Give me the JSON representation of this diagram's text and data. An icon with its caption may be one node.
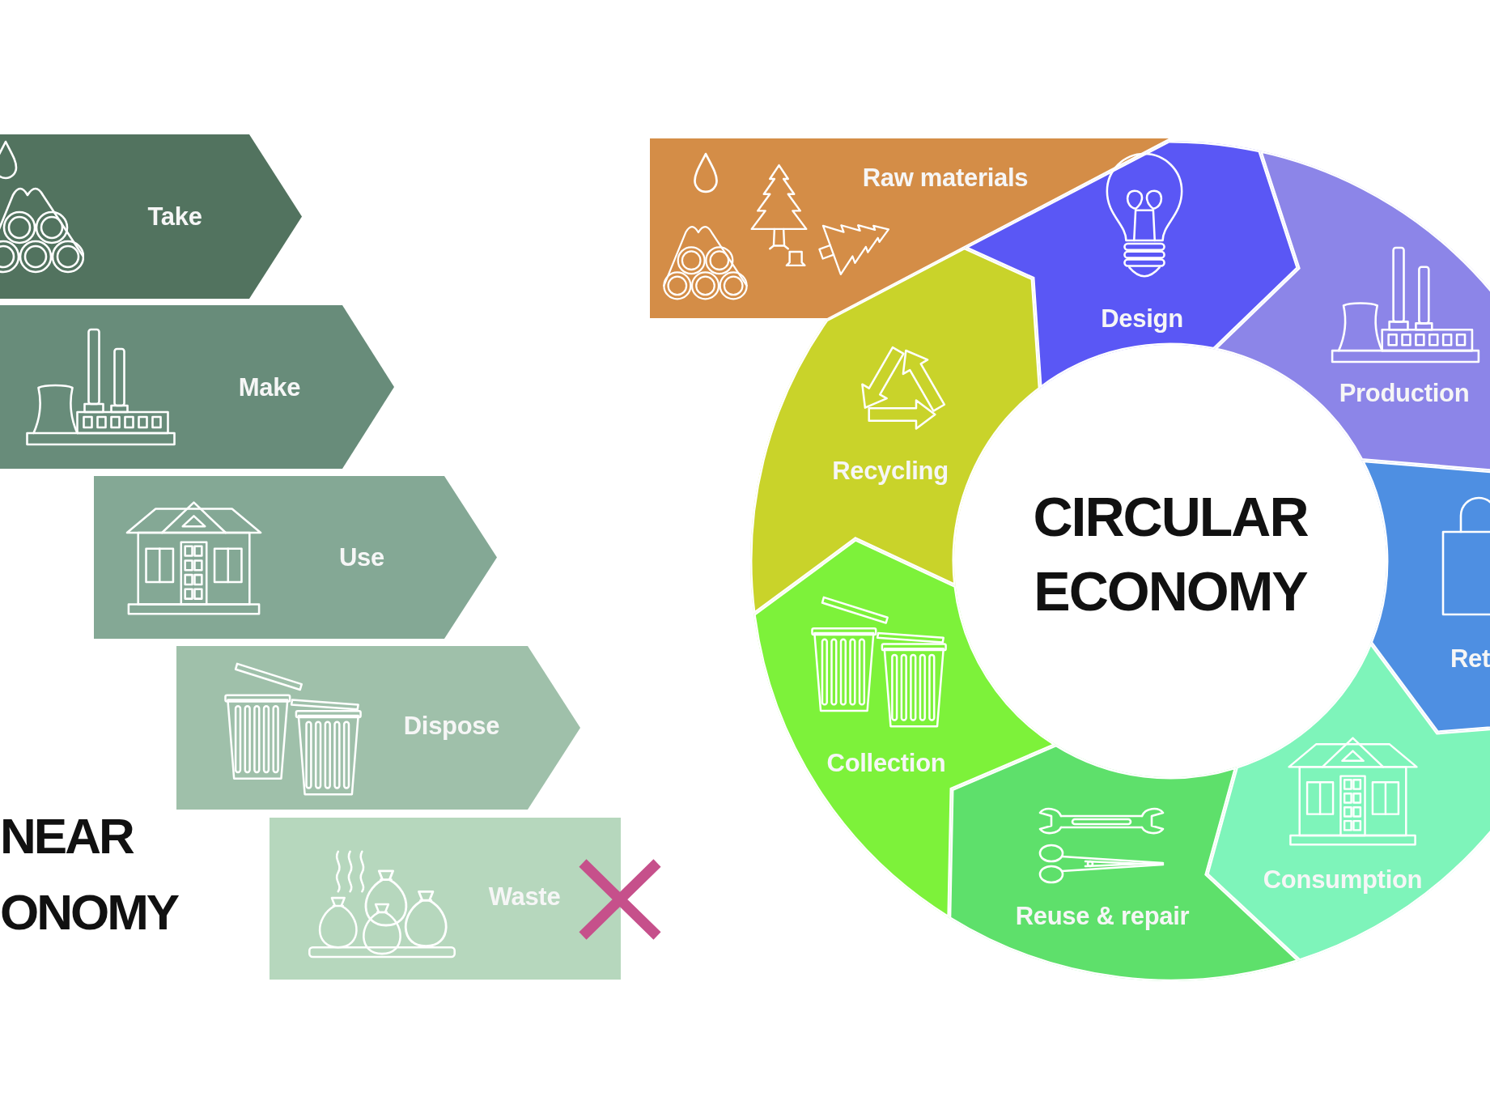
{
  "diagram": {
    "nodes": [
      {
        "text": [
          "Take"
        ]
      },
      {
        "text": [
          "Make"
        ]
      },
      {
        "text": [
          "Use"
        ]
      },
      {
        "text": [
          "Dispose"
        ]
      },
      {
        "text": [
          "Waste"
        ]
      },
      {
        "text": [
          "Raw materials"
        ]
      },
      {
        "text": [
          "Design"
        ]
      },
      {
        "text": [
          "Production"
        ]
      },
      {
        "text": [
          "Ret"
        ]
      },
      {
        "text": [
          "Consumption"
        ]
      },
      {
        "text": [
          "Reuse & repair"
        ]
      },
      {
        "text": [
          "Collection"
        ]
      },
      {
        "text": [
          "Recycling"
        ]
      },
      {
        "text": [
          "CIRCULAR ECONOMY"
        ]
      }
    ],
    "labels": [
      "NEAR ONOMY"
    ]
  }
}
